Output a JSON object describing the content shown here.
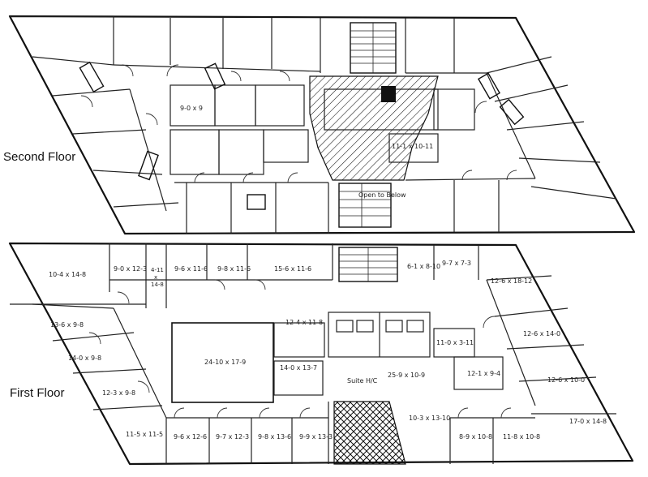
{
  "floors": {
    "second": {
      "label": "Second Floor"
    },
    "first": {
      "label": "First Floor"
    }
  },
  "second_floor_rooms": [
    {
      "id": "sf-r1",
      "label": "9-0 x 9"
    },
    {
      "id": "sf-r2",
      "label": "11-1 x 10-11"
    },
    {
      "id": "sf-r3",
      "label": "Open to Below"
    }
  ],
  "first_floor_rooms": [
    {
      "id": "ff-r1",
      "label": "10-4 x 14-8"
    },
    {
      "id": "ff-r2",
      "label": "9-0 x 12-3"
    },
    {
      "id": "ff-r3a",
      "label": "4-11"
    },
    {
      "id": "ff-r3b",
      "label": "x"
    },
    {
      "id": "ff-r3c",
      "label": "14-8"
    },
    {
      "id": "ff-r4",
      "label": "9-6 x 11-6"
    },
    {
      "id": "ff-r5",
      "label": "9-8 x 11-6"
    },
    {
      "id": "ff-r6",
      "label": "15-6 x 11-6"
    },
    {
      "id": "ff-r7",
      "label": "6-1 x 8-10"
    },
    {
      "id": "ff-r8",
      "label": "9-7 x 7-3"
    },
    {
      "id": "ff-r9",
      "label": "12-6 x 18-12"
    },
    {
      "id": "ff-r10",
      "label": "13-6 x 9-8"
    },
    {
      "id": "ff-r11",
      "label": "12-4 x 11-8"
    },
    {
      "id": "ff-r12",
      "label": "11-0 x 3-11"
    },
    {
      "id": "ff-r13",
      "label": "12-6 x 14-0"
    },
    {
      "id": "ff-r14",
      "label": "14-0 x 9-8"
    },
    {
      "id": "ff-r15",
      "label": "24-10 x 17-9"
    },
    {
      "id": "ff-r16",
      "label": "14-0 x 13-7"
    },
    {
      "id": "ff-r17",
      "label": "12-1 x 9-4"
    },
    {
      "id": "ff-r18",
      "label": "12-6 x 10-0"
    },
    {
      "id": "ff-r19",
      "label": "Suite H/C"
    },
    {
      "id": "ff-r20",
      "label": "25-9 x 10-9"
    },
    {
      "id": "ff-r21",
      "label": "12-3 x 9-8"
    },
    {
      "id": "ff-r22",
      "label": "11-5 x 11-5"
    },
    {
      "id": "ff-r23",
      "label": "9-6 x 12-6"
    },
    {
      "id": "ff-r24",
      "label": "9-7 x 12-3"
    },
    {
      "id": "ff-r25",
      "label": "9-8 x 13-6"
    },
    {
      "id": "ff-r26",
      "label": "9-9 x 13-3"
    },
    {
      "id": "ff-r27",
      "label": "10-3 x 13-10"
    },
    {
      "id": "ff-r28",
      "label": "8-9 x 10-8"
    },
    {
      "id": "ff-r29",
      "label": "11-8 x 10-8"
    },
    {
      "id": "ff-r30",
      "label": "17-0 x 14-8"
    }
  ]
}
